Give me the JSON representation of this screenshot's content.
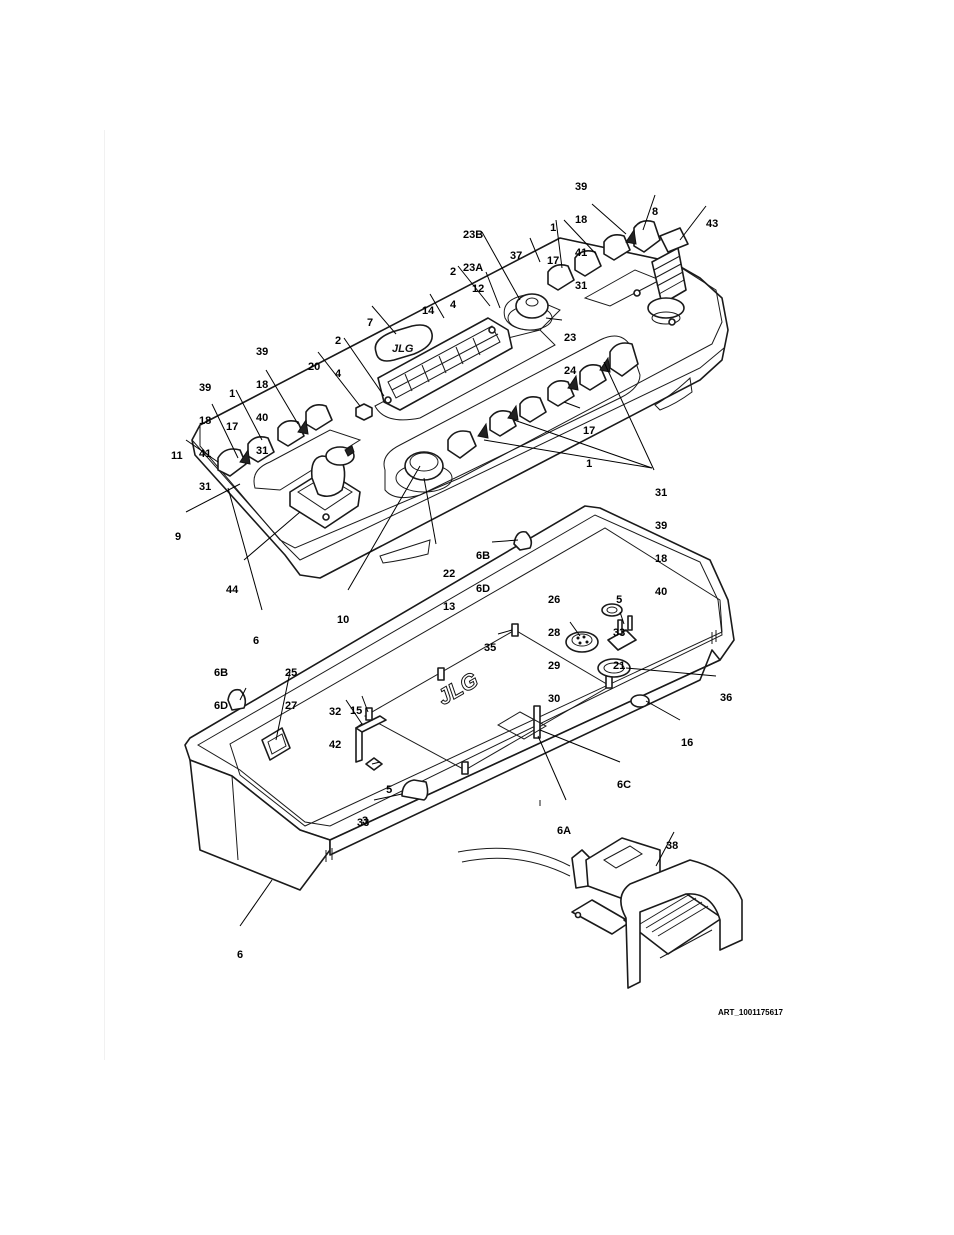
{
  "figure": {
    "art_id": "ART_1001175617",
    "brand_mark": "JLG"
  },
  "callouts": [
    {
      "id": "c-39-18-41-31-top",
      "lines": [
        "39",
        "18",
        "41",
        "31"
      ]
    },
    {
      "id": "c-8",
      "lines": [
        "8"
      ]
    },
    {
      "id": "c-43",
      "lines": [
        "43"
      ]
    },
    {
      "id": "c-23b-23a",
      "lines": [
        "23B",
        "23A"
      ]
    },
    {
      "id": "c-1-17-top",
      "lines": [
        "1",
        "17"
      ]
    },
    {
      "id": "c-37",
      "lines": [
        "37"
      ]
    },
    {
      "id": "c-2-4-top",
      "lines": [
        "2",
        "4"
      ]
    },
    {
      "id": "c-12",
      "lines": [
        "12"
      ]
    },
    {
      "id": "c-14",
      "lines": [
        "14"
      ]
    },
    {
      "id": "c-7",
      "lines": [
        "7"
      ]
    },
    {
      "id": "c-23-24",
      "lines": [
        "23",
        "24"
      ]
    },
    {
      "id": "c-2-4-mid",
      "lines": [
        "2",
        "4"
      ]
    },
    {
      "id": "c-39-18-40-31",
      "lines": [
        "39",
        "18",
        "40",
        "31"
      ]
    },
    {
      "id": "c-20",
      "lines": [
        "20"
      ]
    },
    {
      "id": "c-39-18-41-31-left",
      "lines": [
        "39",
        "18",
        "41",
        "31"
      ]
    },
    {
      "id": "c-1-17-left",
      "lines": [
        "1",
        "17"
      ]
    },
    {
      "id": "c-17-1-right",
      "lines": [
        "17",
        "1"
      ]
    },
    {
      "id": "c-11",
      "lines": [
        "11"
      ]
    },
    {
      "id": "c-31-39-18-40",
      "lines": [
        "31",
        "39",
        "18",
        "40"
      ]
    },
    {
      "id": "c-9",
      "lines": [
        "9"
      ]
    },
    {
      "id": "c-6b-6d-top",
      "lines": [
        "6B",
        "6D"
      ]
    },
    {
      "id": "c-22-13",
      "lines": [
        "22",
        "13"
      ]
    },
    {
      "id": "c-44",
      "lines": [
        "44"
      ]
    },
    {
      "id": "c-10",
      "lines": [
        "10"
      ]
    },
    {
      "id": "c-6-upper",
      "lines": [
        "6"
      ]
    },
    {
      "id": "c-26-28-29-30",
      "lines": [
        "26",
        "28",
        "29",
        "30"
      ]
    },
    {
      "id": "c-5-33-21",
      "lines": [
        "5",
        "33",
        "21"
      ]
    },
    {
      "id": "c-35",
      "lines": [
        "35"
      ]
    },
    {
      "id": "c-6b-6d-left",
      "lines": [
        "6B",
        "6D"
      ]
    },
    {
      "id": "c-25-27",
      "lines": [
        "25",
        "27"
      ]
    },
    {
      "id": "c-36",
      "lines": [
        "36"
      ]
    },
    {
      "id": "c-32-42",
      "lines": [
        "32",
        "42"
      ]
    },
    {
      "id": "c-15",
      "lines": [
        "15"
      ]
    },
    {
      "id": "c-16",
      "lines": [
        "16"
      ]
    },
    {
      "id": "c-5-33",
      "lines": [
        "5",
        "33"
      ]
    },
    {
      "id": "c-6c",
      "lines": [
        "6C"
      ]
    },
    {
      "id": "c-3",
      "lines": [
        "3"
      ]
    },
    {
      "id": "c-6a",
      "lines": [
        "6A"
      ]
    },
    {
      "id": "c-38",
      "lines": [
        "38"
      ]
    },
    {
      "id": "c-6-lower",
      "lines": [
        "6"
      ]
    }
  ]
}
